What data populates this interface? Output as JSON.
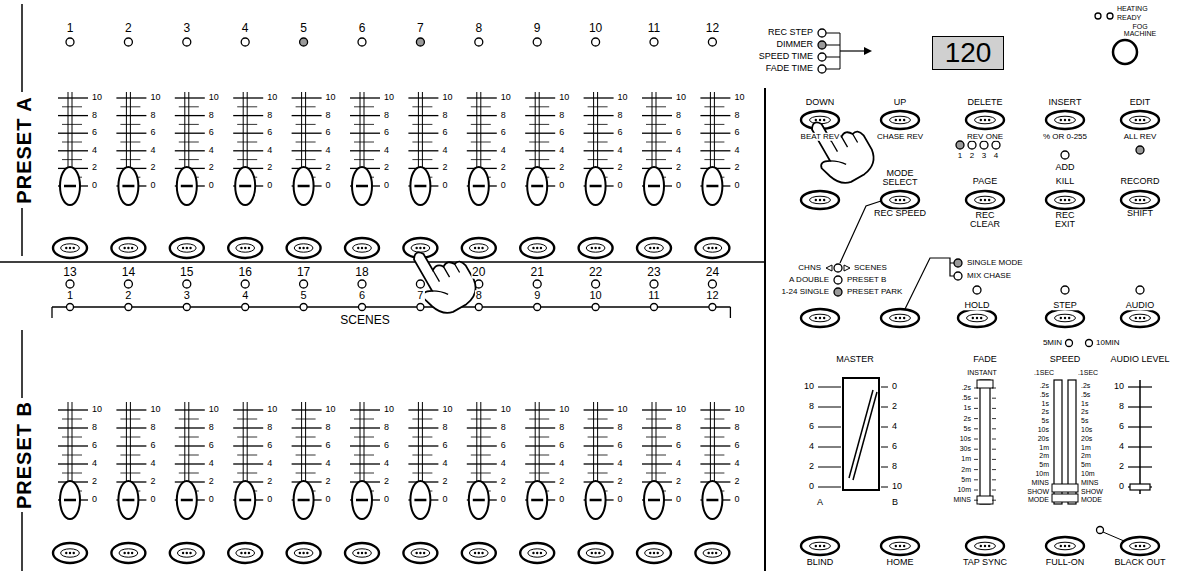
{
  "diagram": {
    "nodes": [
      {
        "text": [
          "120"
        ]
      }
    ],
    "labels": [
      "1",
      "2",
      "3",
      "4",
      "5",
      "6",
      "7",
      "8",
      "9",
      "10",
      "11",
      "12",
      "PRESET A",
      "10",
      "8",
      "6",
      "4",
      "2",
      "0",
      "10",
      "8",
      "6",
      "4",
      "2",
      "0",
      "10",
      "8",
      "6",
      "4",
      "2",
      "0",
      "10",
      "8",
      "6",
      "4",
      "2",
      "0",
      "10",
      "8",
      "6",
      "4",
      "2",
      "0",
      "10",
      "8",
      "6",
      "4",
      "2",
      "0",
      "10",
      "8",
      "6",
      "4",
      "2",
      "0",
      "10",
      "8",
      "6",
      "4",
      "2",
      "0",
      "10",
      "8",
      "6",
      "4",
      "2",
      "0",
      "10",
      "8",
      "6",
      "4",
      "2",
      "0",
      "10",
      "8",
      "6",
      "4",
      "2",
      "0",
      "10",
      "8",
      "6",
      "4",
      "2",
      "0",
      "13",
      "14",
      "15",
      "16",
      "17",
      "18",
      "20",
      "21",
      "22",
      "23",
      "24",
      "1",
      "2",
      "3",
      "4",
      "5",
      "6",
      "7",
      "8",
      "9",
      "10",
      "11",
      "12",
      "SCENES",
      "PRESET B",
      "10",
      "8",
      "6",
      "4",
      "2",
      "0",
      "10",
      "8",
      "6",
      "4",
      "2",
      "0",
      "10",
      "8",
      "6",
      "4",
      "2",
      "0",
      "10",
      "8",
      "6",
      "4",
      "2",
      "0",
      "10",
      "8",
      "6",
      "4",
      "2",
      "0",
      "10",
      "8",
      "6",
      "4",
      "2",
      "0",
      "10",
      "8",
      "6",
      "4",
      "2",
      "0",
      "10",
      "8",
      "6",
      "4",
      "2",
      "0",
      "10",
      "8",
      "6",
      "4",
      "2",
      "0",
      "10",
      "8",
      "6",
      "4",
      "2",
      "0",
      "10",
      "8",
      "6",
      "4",
      "2",
      "0",
      "10",
      "8",
      "6",
      "4",
      "2",
      "0",
      "REC STEP",
      "DIMMER",
      "SPEED TIME",
      "FADE TIME",
      "HEATING",
      "READY",
      "FOG MACHINE",
      "DOWN",
      "UP",
      "DELETE",
      "INSERT",
      "EDIT",
      "BEAT REV",
      "CHASE REV",
      "REV ONE",
      "% OR 0-255",
      "ALL REV",
      "1",
      "2",
      "3",
      "4",
      "ADD",
      "MODE SELECT",
      "PAGE",
      "KILL",
      "RECORD",
      "REC SPEED",
      "REC CLEAR",
      "REC EXIT",
      "SHIFT",
      "CHNS",
      "SCENES",
      "A DOUBLE",
      "PRESET B",
      "1-24 SINGLE",
      "PRESET PARK",
      "SINGLE MODE",
      "MIX CHASE",
      "HOLD",
      "STEP",
      "AUDIO",
      "5MIN",
      "10MIN",
      "MASTER",
      "FADE",
      "SPEED",
      "AUDIO LEVEL",
      "10",
      "8",
      "6",
      "4",
      "2",
      "0",
      "0",
      "2",
      "4",
      "6",
      "8",
      "10",
      "A",
      "B",
      "INSTANT",
      ".2s",
      ".5s",
      "1s",
      "2s",
      "5s",
      "10s",
      "30s",
      "1m",
      "2m",
      "5m",
      "10m",
      "MINS",
      ".1SEC",
      ".1SEC",
      ".2s",
      ".5s",
      "1s",
      "2s",
      "5s",
      "10s",
      "20s",
      "1m",
      "2m",
      "5m",
      "10m",
      "MINS",
      "SHOW",
      "MODE",
      ".2s",
      ".5s",
      "1s",
      "2s",
      "5s",
      "10s",
      "20s",
      "1m",
      "2m",
      "5m",
      "10m",
      "MINS",
      "SHOW",
      "MODE",
      "10",
      "8",
      "6",
      "4",
      "2",
      "0",
      "BLIND",
      "HOME",
      "TAP SYNC",
      "FULL-ON",
      "BLACK OUT"
    ]
  }
}
